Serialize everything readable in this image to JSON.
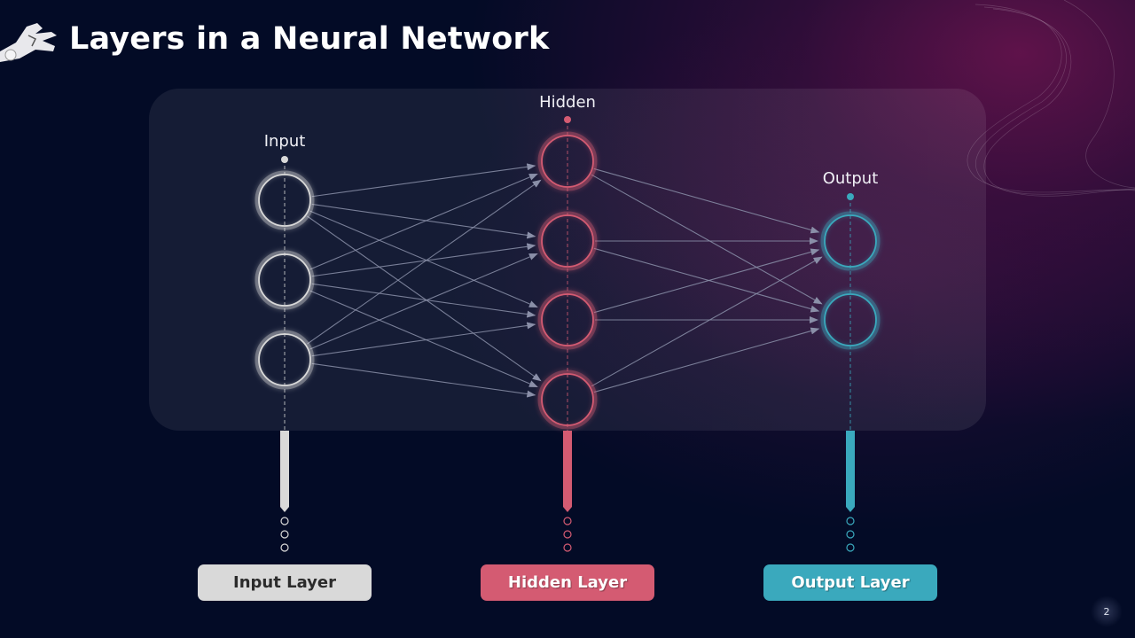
{
  "slide": {
    "title": "Layers in a Neural Network",
    "page_number": "2"
  },
  "colors": {
    "input": "#d9d9d9",
    "hidden": "#d45b72",
    "output": "#3aa9bd",
    "connection": "#8a8fa8",
    "background": "#030b26"
  },
  "layers": [
    {
      "id": "input",
      "label": "Input",
      "button_label": "Input Layer",
      "node_count": 3
    },
    {
      "id": "hidden",
      "label": "Hidden",
      "button_label": "Hidden Layer",
      "node_count": 4
    },
    {
      "id": "output",
      "label": "Output",
      "button_label": "Output Layer",
      "node_count": 2
    }
  ],
  "connections": {
    "input_to_hidden": [
      [
        0,
        0
      ],
      [
        0,
        1
      ],
      [
        0,
        2
      ],
      [
        0,
        3
      ],
      [
        1,
        0
      ],
      [
        1,
        1
      ],
      [
        1,
        2
      ],
      [
        1,
        3
      ],
      [
        2,
        0
      ],
      [
        2,
        1
      ],
      [
        2,
        2
      ],
      [
        2,
        3
      ]
    ],
    "hidden_to_output": [
      [
        0,
        0
      ],
      [
        0,
        1
      ],
      [
        1,
        0
      ],
      [
        1,
        1
      ],
      [
        2,
        0
      ],
      [
        2,
        1
      ],
      [
        3,
        0
      ],
      [
        3,
        1
      ]
    ]
  },
  "icons": {
    "title_icon": "robot-hand-icon"
  }
}
